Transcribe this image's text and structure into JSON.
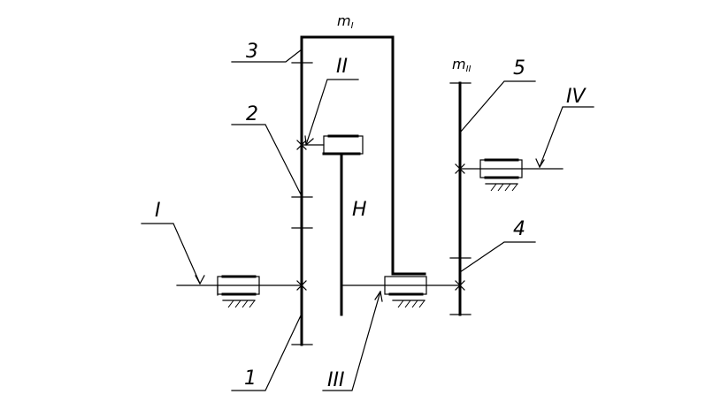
{
  "labels": {
    "callout_3": "3",
    "callout_2": "2",
    "callout_1": "1",
    "callout_4": "4",
    "callout_5": "5",
    "shaft_I": "I",
    "shaft_II": "II",
    "shaft_III": "III",
    "shaft_IV": "IV",
    "carrier_H": "H",
    "module_m1": "m",
    "module_m1_sub": "I",
    "module_m2": "m",
    "module_m2_sub": "II"
  }
}
